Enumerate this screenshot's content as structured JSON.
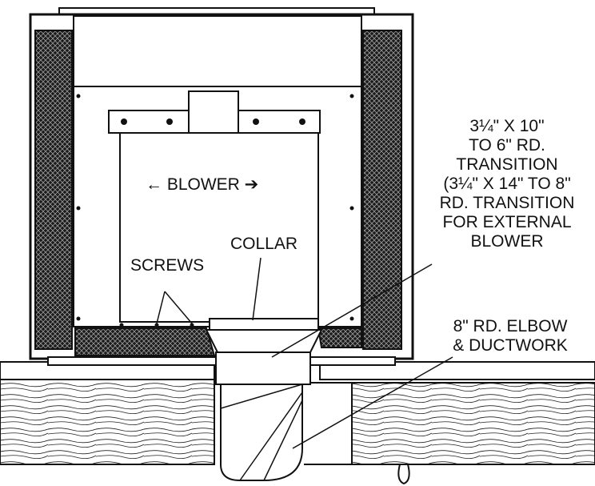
{
  "labels": {
    "blower": "← BLOWER ➔",
    "collar": "COLLAR",
    "screws": "SCREWS",
    "transition": [
      "3¼\" X 10\"",
      "TO 6\" RD.",
      "TRANSITION",
      "(3¼\" X 14\" TO 8\"",
      "RD. TRANSITION",
      "FOR EXTERNAL",
      "BLOWER"
    ],
    "elbow": [
      "8\" RD. ELBOW",
      "& DUCTWORK"
    ]
  },
  "colors": {
    "ink": "#111111",
    "paper": "#ffffff",
    "insulation": "#2a2a2a"
  }
}
